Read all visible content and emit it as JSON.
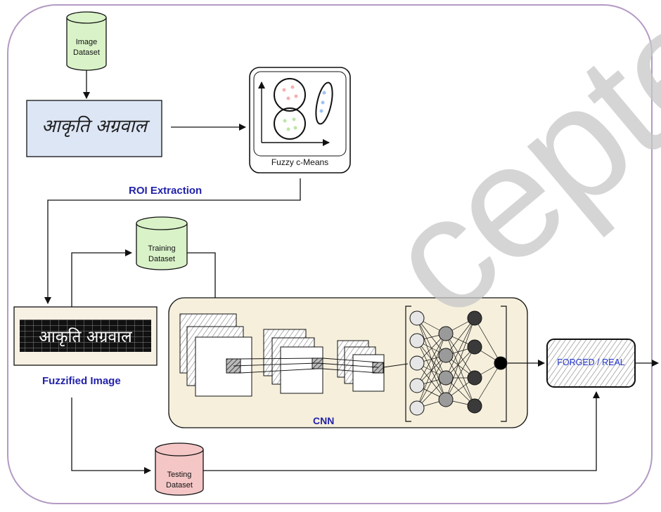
{
  "nodes": {
    "image_dataset": "Image\nDataset",
    "fuzzy_cmeans": "Fuzzy c-Means",
    "roi_extraction": "ROI Extraction",
    "training_dataset": "Training\nDataset",
    "fuzzified_image": "Fuzzified Image",
    "cnn": "CNN",
    "output": "FORGED / REAL",
    "testing_dataset": "Testing\nDataset"
  },
  "handwriting": {
    "original": "आकृति अग्रवाल",
    "fuzzified": "आकृति अग्रवाल"
  },
  "watermark": "cepted",
  "colors": {
    "frame": "#b39ac4",
    "image_dataset_fill": "#d9f2c8",
    "training_dataset_fill": "#d9f2c8",
    "testing_dataset_fill": "#f4c6c6",
    "cnn_panel_fill": "#f5efdc",
    "signature_bg": "#dde6f5",
    "label_blue": "#2222aa"
  }
}
